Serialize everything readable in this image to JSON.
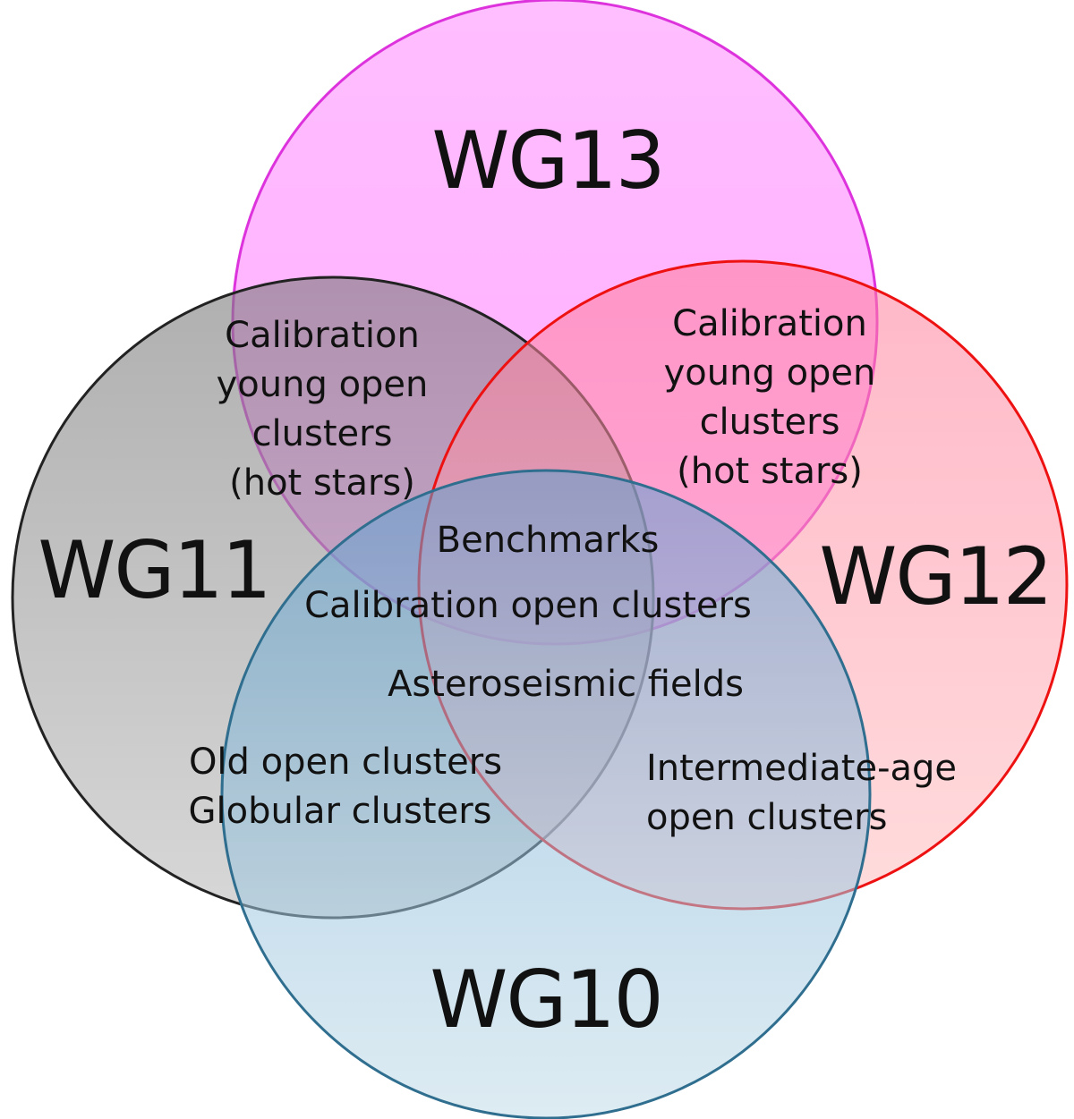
{
  "diagram": {
    "type": "venn",
    "sets": [
      {
        "label": "WG13",
        "color": "#ff66ff",
        "stroke": "#dd33dd"
      },
      {
        "label": "WG12",
        "color": "#ff6b6b",
        "stroke": "#ee1111"
      },
      {
        "label": "WG11",
        "color": "#5a5a5a",
        "stroke": "#222222"
      },
      {
        "label": "WG10",
        "color": "#5f9ec4",
        "stroke": "#2f6e8e"
      }
    ],
    "regions": {
      "wg13_wg11": [
        "Calibration",
        "young open",
        "clusters",
        "(hot stars)"
      ],
      "wg13_wg12": [
        "Calibration",
        "young open",
        "clusters",
        "(hot stars)"
      ],
      "center_1": "Benchmarks",
      "center_2": "Calibration open clusters",
      "center_3": "Asteroseismic fields",
      "wg11_wg10": [
        "Old open clusters",
        "Globular clusters"
      ],
      "wg12_wg10": [
        "Intermediate-age",
        "open clusters"
      ]
    }
  }
}
